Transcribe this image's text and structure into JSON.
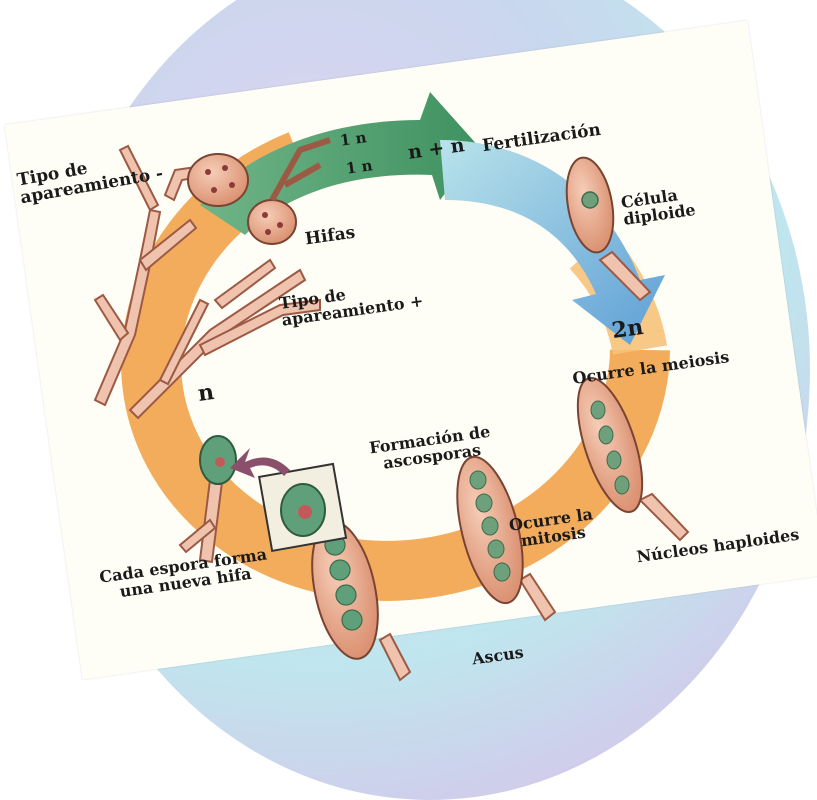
{
  "labels": {
    "mating_minus": "Tipo de\napareamiento -",
    "one_n_a": "1 n",
    "one_n_b": "1 n",
    "n_plus_n": "n + n",
    "fertilization": "Fertilización",
    "diploid_cell": "Célula\ndiploide",
    "hyphae": "Hifas",
    "mating_plus": "Tipo de\napareamiento +",
    "two_n": "2n",
    "meiosis": "Ocurre la meiosis",
    "n": "n",
    "ascospore_formation": "Formación de\nascosporas",
    "mitosis": "Ocurre la\nmitosis",
    "haploid_nuclei": "Núcleos haploides",
    "each_spore": "Cada espora forma\nuna nueva hifa",
    "ascus": "Ascus"
  },
  "colors": {
    "orange_arrow": "#f2a54e",
    "green_arrow": "#4f9e6c",
    "blue_arrow": "#7fb6dd",
    "cell_fill": "#e8a98c",
    "cell_stroke": "#9c5a45",
    "spore_green": "#5fa07a",
    "small_arrow": "#8a4f6a"
  }
}
